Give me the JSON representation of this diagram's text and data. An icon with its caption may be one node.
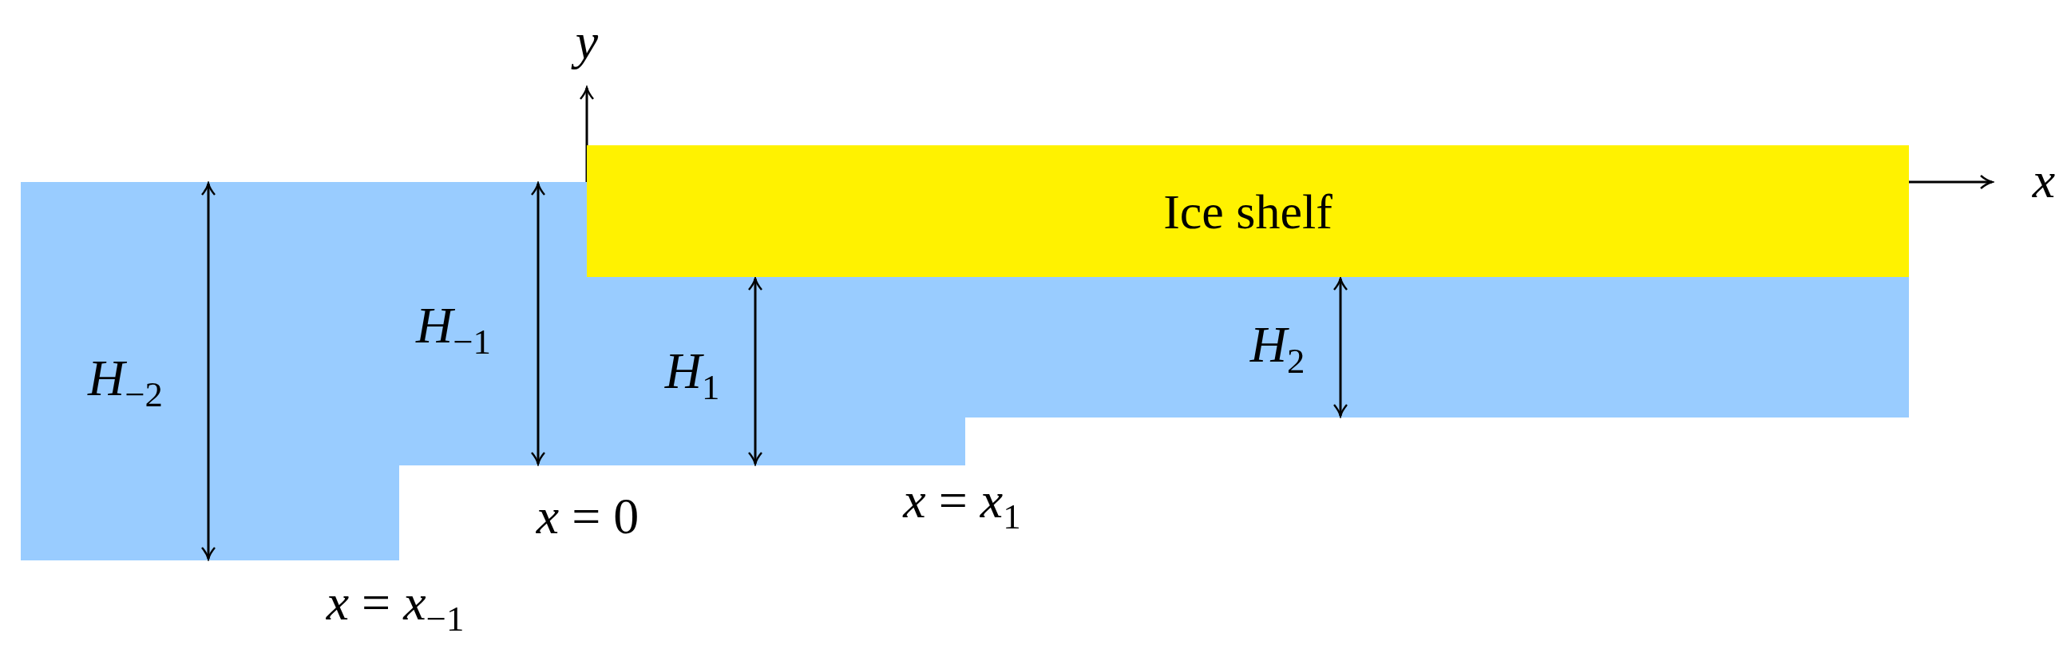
{
  "diagram": {
    "nodes": [
      {
        "text": [
          "Ice shelf"
        ]
      }
    ],
    "labels": [
      "*y*",
      "*x*",
      "*H*$_{−2}$",
      "*H*$_{−1}$",
      "*H*$_{1}$",
      "*H*$_{2}$",
      "*x* = 0",
      "*x* = *x*$_{1}$",
      "*x* = *x*$_{−1}$"
    ]
  }
}
